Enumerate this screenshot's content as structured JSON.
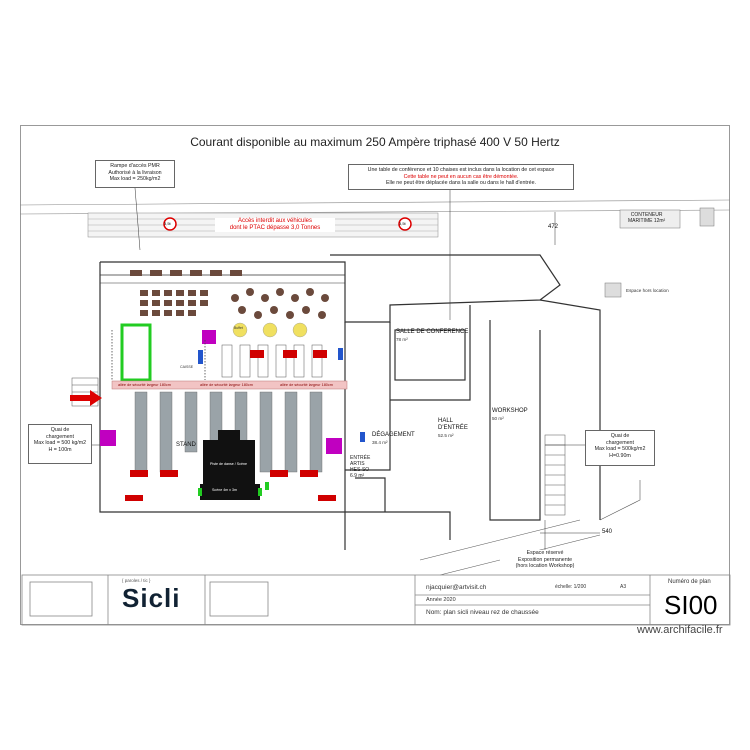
{
  "title": "Courant disponible au maximum 250 Ampère triphasé 400 V 50 Hertz",
  "notes": {
    "ramp": [
      "Rampe d'accès PMR",
      "Authorisé à la livraison",
      "Max load = 250kg/m2"
    ],
    "table": [
      "Une table de conférence et 10 chaises est inclus dans la location de cet espace",
      "Cette table ne peut en aucun cas être démontée.",
      "Elle ne peut être déplacée dans la salle ou dans le hall d'entrée."
    ],
    "vehicles": [
      "Accès interdit aux véhicules",
      "dont le PTAC dépasse 3,0 Tonnes"
    ],
    "quai_left": [
      "Quai de",
      "chargement",
      "Max load = 500 kg/m2",
      "H = 100m"
    ],
    "quai_right": [
      "Quai de",
      "chargement",
      "Max load = 500kg/m2",
      "H=0.90m"
    ],
    "reserved": [
      "Espace réservé",
      "Exposition permanente",
      "(hors location Workshop)"
    ]
  },
  "rooms": {
    "conference": "SALLE DE CONFERENCE",
    "conference_area": "78 m²",
    "hall": "HALL",
    "hall_sub": "D'ENTRÉE",
    "hall_area": "52.5 m²",
    "workshop": "WORKSHOP",
    "workshop_area": "50 m²",
    "degagement": "DÉGAGEMENT",
    "degagement_area": "38.4 m²",
    "entree": [
      "ENTRÉE",
      "ARTIS",
      "HES-SO",
      "6.9 m²"
    ],
    "conteneur": [
      "CONTENEUR",
      "MARITIME 12m²"
    ],
    "hors_location": "Espace hors location",
    "stand": "STAND"
  },
  "dims": {
    "d472": "472",
    "d540": "540"
  },
  "aisles": [
    "allée de sécurité largeur 180cm",
    "allée de sécurité largeur 180cm",
    "allée de sécurité largeur 180cm"
  ],
  "signs": {
    "speed": "3,5t"
  },
  "small_labels": {
    "scene": "Scène 4m x 3m",
    "stage_text": "Piste de danse / Scène",
    "buffet": "Buffet",
    "caisse": "CAISSE"
  },
  "titleblock": {
    "logo_sub": "{ paroles / tic }",
    "logo": "Sicli",
    "email": "njacquier@artvisit.ch",
    "echelle": "échelle: 1/200",
    "format": "A3",
    "annee": "Année 2020",
    "nom": "Nom: plan sicli niveau rez de chaussée",
    "numero_label": "Numéro de plan",
    "numero": "SI00"
  },
  "watermark": "www.archifacile.fr",
  "colors": {
    "aisle": "#f2c4c4",
    "booth_red": "#d00000",
    "magenta": "#c000c0",
    "green": "#22cc22",
    "stand_brown": "#6b4a3c",
    "table_yellow": "#f0e060"
  }
}
